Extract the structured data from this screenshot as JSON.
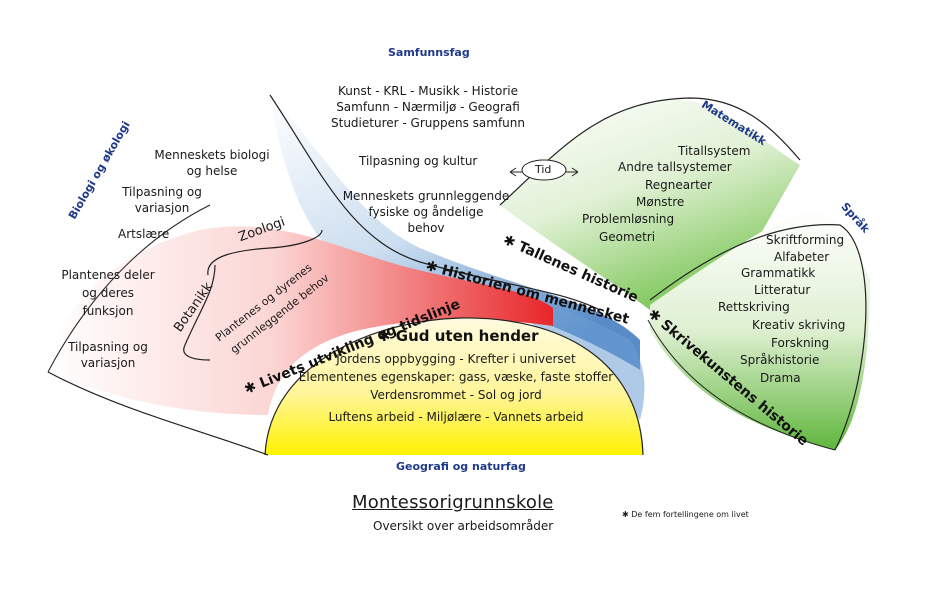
{
  "sections": {
    "samfunnsfag": "Samfunnsfag",
    "matematikk": "Matematikk",
    "biologi": "Biologi og økologi",
    "sprak": "Språk",
    "geografi": "Geografi og naturfag"
  },
  "samfunn": {
    "line1": "Kunst - KRL - Musikk - Historie",
    "line2": "Samfunn - Nærmiljø - Geografi",
    "line3": "Studieturer - Gruppens samfunn",
    "tilpasning": "Tilpasning og kultur",
    "behov1": "Menneskets grunnleggende",
    "behov2": "fysiske og åndelige",
    "behov3": "behov"
  },
  "tid": "Tid",
  "matte": [
    "Titallsystem",
    "Andre tallsystemer",
    "Regnearter",
    "Mønstre",
    "Problemløsning",
    "Geometri"
  ],
  "sprak": [
    "Skriftforming",
    "Alfabeter",
    "Grammatikk",
    "Litteratur",
    "Rettskriving",
    "Kreativ skriving",
    "Forskning",
    "Språkhistorie",
    "Drama"
  ],
  "biologi": {
    "bio1": "Menneskets biologi",
    "bio2": "og helse",
    "tilp1": "Tilpasning og",
    "tilp2": "variasjon",
    "arts": "Artslære",
    "plant1": "Plantenes deler",
    "plant2": "og deres",
    "plant3": "funksjon",
    "tilpB1": "Tilpasning og",
    "tilpB2": "variasjon",
    "zoologi": "Zoologi",
    "botanikk": "Botanikk",
    "behov1": "Plantenes og dyrenes",
    "behov2": "grunnleggende behov"
  },
  "geografi": {
    "l1": "Jordens oppbygging - Krefter i universet",
    "l2": "Elementenes egenskaper: gass, væske, faste stoffer",
    "l3": "Verdensrommet - Sol og jord",
    "l4": "Luftens arbeid - Miljølære - Vannets arbeid"
  },
  "stories": {
    "gud": "✱ Gud uten hender",
    "livets": "✱ Livets utvikling og tidslinje",
    "historien": "✱ Historien om mennesket",
    "tallenes": "✱ Tallenes historie",
    "skrive": "✱ Skrivekunstens historie"
  },
  "title": "Montessorigrunnskole",
  "subtitle": "Oversikt over arbeidsområder",
  "footnote": "✱ De fem fortellingene om livet",
  "colors": {
    "red": "#e8262a",
    "blue": "#4f86c6",
    "green": "#6cbd45",
    "yellow": "#fff200"
  }
}
